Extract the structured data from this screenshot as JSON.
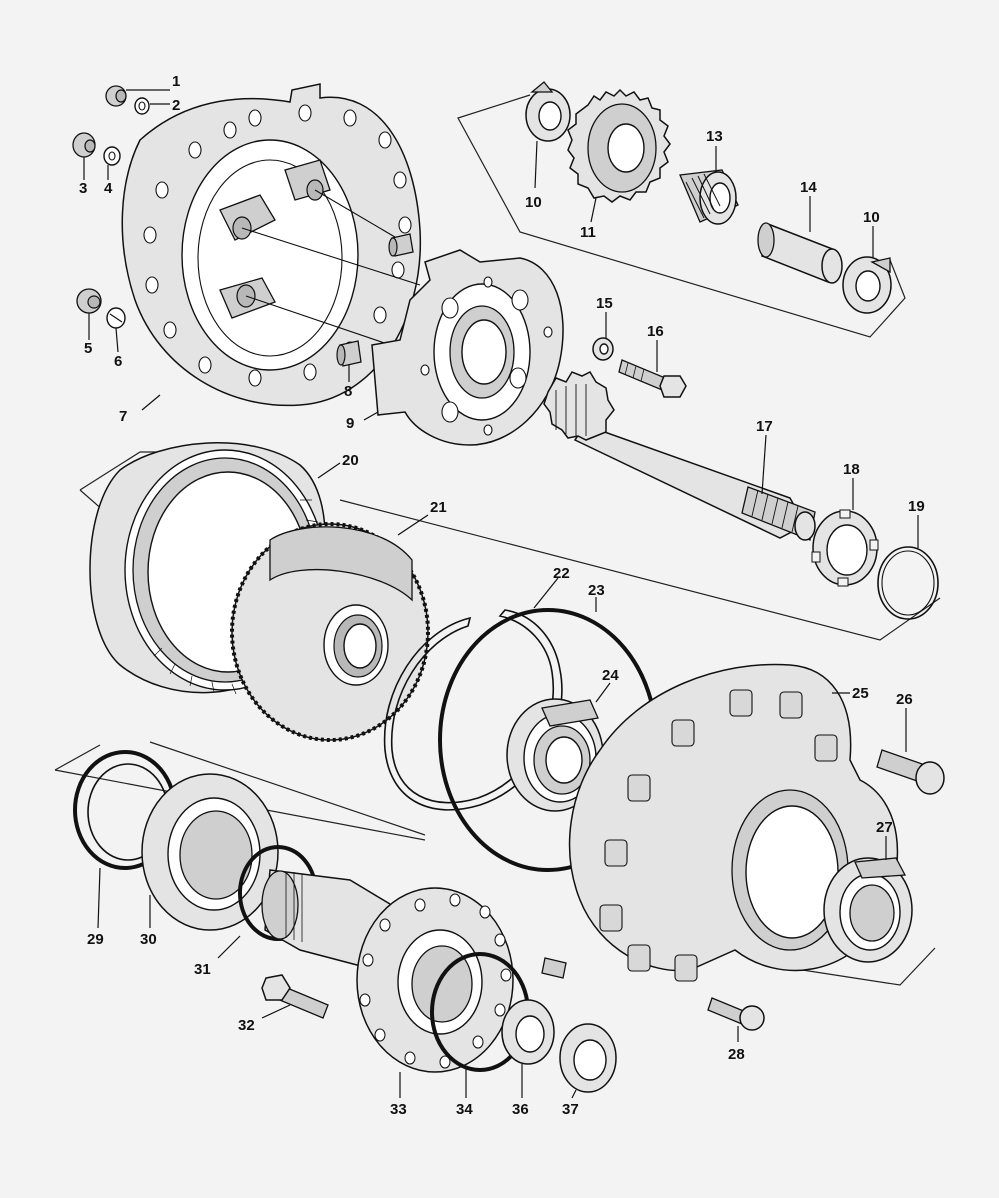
{
  "labels": {
    "p1": "1",
    "p2": "2",
    "p3": "3",
    "p4": "4",
    "p5": "5",
    "p6": "6",
    "p7": "7",
    "p8": "8",
    "p9": "9",
    "p10a": "10",
    "p10b": "10",
    "p11": "11",
    "p13": "13",
    "p14": "14",
    "p15": "15",
    "p16": "16",
    "p17": "17",
    "p18": "18",
    "p19": "19",
    "p20": "20",
    "p21": "21",
    "p22": "22",
    "p23": "23",
    "p24": "24",
    "p25": "25",
    "p26": "26",
    "p27": "27",
    "p28": "28",
    "p29": "29",
    "p30": "30",
    "p31": "31",
    "p32": "32",
    "p33": "33",
    "p34": "34",
    "p36": "36",
    "p37": "37"
  }
}
